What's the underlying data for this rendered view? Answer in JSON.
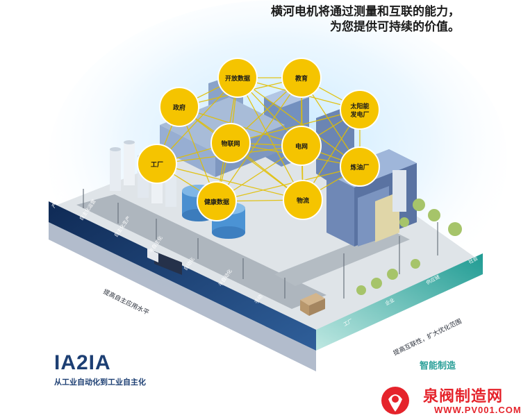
{
  "headline": {
    "line1": "横河电机将通过测量和互联的能力，",
    "line2": "为您提供可持续的价值。"
  },
  "nodes": [
    {
      "label": "开放数据"
    },
    {
      "label": "教育"
    },
    {
      "label": "政府"
    },
    {
      "label": "太阳能发电厂"
    },
    {
      "label": "物联网"
    },
    {
      "label": "电网"
    },
    {
      "label": "工厂"
    },
    {
      "label": "炼油厂"
    },
    {
      "label": "健康数据"
    },
    {
      "label": "物流"
    }
  ],
  "left_track": {
    "top_label": "提高自主应用水平",
    "levels": [
      "产业自主",
      "自主化运营",
      "自主化生产",
      "半自主化",
      "自动化",
      "半自动化",
      "手动"
    ]
  },
  "right_track": {
    "bottom_label": "提高互联性，扩大优化范围",
    "levels": [
      "社会",
      "供应链",
      "企业",
      "工厂"
    ]
  },
  "brand": {
    "title": "IA2IA",
    "subtitle": "从工业自动化到工业自主化"
  },
  "smart_manufacturing": "智能制造",
  "watermark": {
    "name": "泉阀制造网",
    "url": "WWW.PV001.COM"
  },
  "colors": {
    "node_fill": "#f5c400",
    "network_line": "#e2bf00",
    "left_band": "#1b3a6b",
    "right_band": "#2aa39b",
    "brand": "#1d3f73",
    "watermark": "#e5232b"
  }
}
